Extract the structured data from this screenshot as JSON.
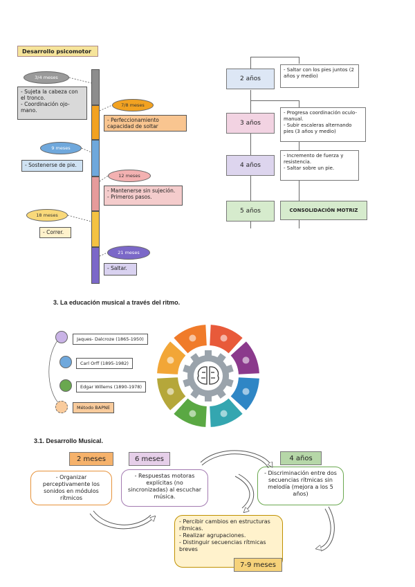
{
  "psicomotor": {
    "title": "Desarrollo psicomotor",
    "milestones": [
      {
        "age": "3/4 meses",
        "text": "- Sujeta la cabeza con el tronco.\n- Coordinación ojo-mano."
      },
      {
        "age": "7/8 meses",
        "text": "- Perfeccionamiento capacidad de soltar"
      },
      {
        "age": "9 meses",
        "text": "- Sostenerse de pie."
      },
      {
        "age": "12 meses",
        "text": "- Mantenerse sin sujeción.\n- Primeros pasos."
      },
      {
        "age": "18 meses",
        "text": "- Correr."
      },
      {
        "age": "21 meses",
        "text": "- Saltar."
      }
    ]
  },
  "years": [
    {
      "age": "2 años",
      "text": "- Saltar con los pies juntos (2 años y medio)"
    },
    {
      "age": "3 años",
      "text": "- Progresa coordinación oculo-manual.\n- Subir escaleras alternando pies (3 años y medio)"
    },
    {
      "age": "4 años",
      "text": "- Incremento de fuerza y resistencia.\n- Saltar sobre un pie."
    },
    {
      "age": "5 años",
      "text": "CONSOLIDACIÓN MOTRIZ"
    }
  ],
  "section3": {
    "heading": "3.  La educación musical a través del ritmo.",
    "methods": [
      "Jaques- Dalcroze (1865-1950)",
      "Carl Orff (1895-1982)",
      "Edgar Willems (1890-1978)",
      "Método BAPNE"
    ],
    "wheel_colors": [
      "#e85a3a",
      "#8b3a8c",
      "#2f86c5",
      "#34a6b0",
      "#5aa843",
      "#b5a73a",
      "#f2a637",
      "#f07b2a"
    ]
  },
  "section31": {
    "heading": "3.1. Desarrollo Musical.",
    "stages": [
      {
        "age": "2 meses",
        "text": "- Organizar perceptivamente los sonidos en módulos rítmicos"
      },
      {
        "age": "6 meses",
        "text": "- Respuestas motoras explícitas (no sincronizadas) al escuchar música."
      },
      {
        "age": "4 años",
        "text": "- Discriminación entre dos secuencias rítmicas sin melodía (mejora a los 5 años)"
      },
      {
        "age": "7-9 meses",
        "text": "- Percibir cambios en estructuras rítmicas.\n- Realizar agrupaciones.\n- Distinguir secuencias rítmicas breves"
      }
    ]
  }
}
